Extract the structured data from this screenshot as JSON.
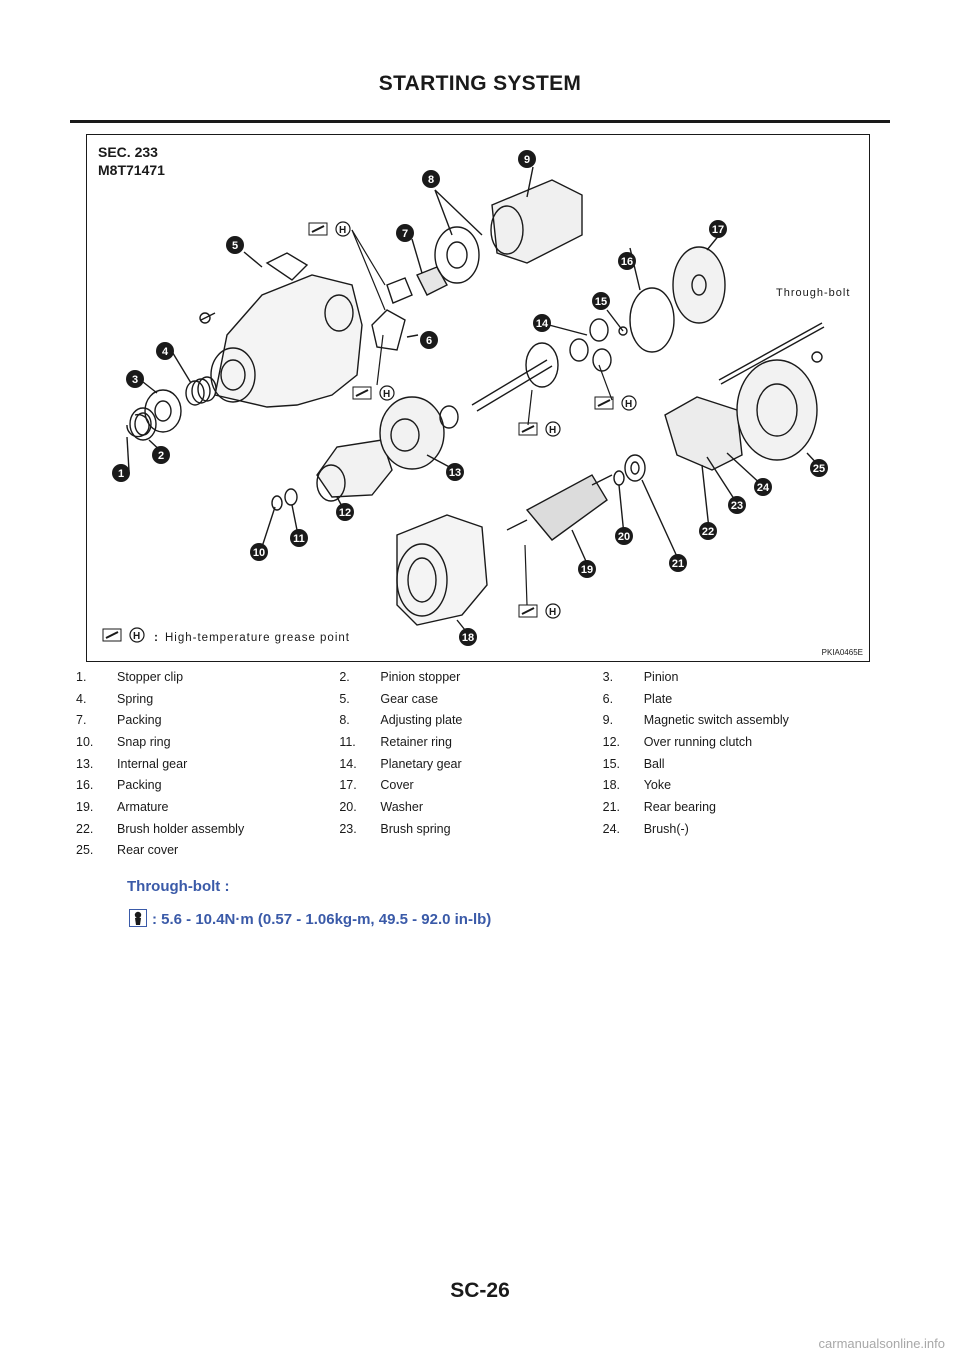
{
  "header": {
    "title": "STARTING SYSTEM"
  },
  "figure": {
    "section": "SEC. 233",
    "model": "M8T71471",
    "through_bolt_label": "Through-bolt",
    "legend_text": "High-temperature grease point",
    "legend_colon": ":",
    "grease_symbol_letter": "H",
    "figure_id": "PKIA0465E",
    "callouts": [
      "1",
      "2",
      "3",
      "4",
      "5",
      "6",
      "7",
      "8",
      "9",
      "10",
      "11",
      "12",
      "13",
      "14",
      "15",
      "16",
      "17",
      "18",
      "19",
      "20",
      "21",
      "22",
      "23",
      "24",
      "25"
    ]
  },
  "parts": [
    [
      {
        "num": "1.",
        "name": "Stopper clip"
      },
      {
        "num": "2.",
        "name": "Pinion stopper"
      },
      {
        "num": "3.",
        "name": "Pinion"
      }
    ],
    [
      {
        "num": "4.",
        "name": "Spring"
      },
      {
        "num": "5.",
        "name": "Gear case"
      },
      {
        "num": "6.",
        "name": "Plate"
      }
    ],
    [
      {
        "num": "7.",
        "name": "Packing"
      },
      {
        "num": "8.",
        "name": "Adjusting plate"
      },
      {
        "num": "9.",
        "name": "Magnetic switch assembly"
      }
    ],
    [
      {
        "num": "10.",
        "name": "Snap ring"
      },
      {
        "num": "11.",
        "name": "Retainer ring"
      },
      {
        "num": "12.",
        "name": "Over running clutch"
      }
    ],
    [
      {
        "num": "13.",
        "name": "Internal gear"
      },
      {
        "num": "14.",
        "name": "Planetary gear"
      },
      {
        "num": "15.",
        "name": "Ball"
      }
    ],
    [
      {
        "num": "16.",
        "name": "Packing"
      },
      {
        "num": "17.",
        "name": "Cover"
      },
      {
        "num": "18.",
        "name": "Yoke"
      }
    ],
    [
      {
        "num": "19.",
        "name": "Armature"
      },
      {
        "num": "20.",
        "name": "Washer"
      },
      {
        "num": "21.",
        "name": "Rear bearing"
      }
    ],
    [
      {
        "num": "22.",
        "name": "Brush holder assembly"
      },
      {
        "num": "23.",
        "name": "Brush spring"
      },
      {
        "num": "24.",
        "name": "Brush(-)"
      }
    ],
    [
      {
        "num": "25.",
        "name": "Rear cover"
      },
      {
        "num": "",
        "name": ""
      },
      {
        "num": "",
        "name": ""
      }
    ]
  ],
  "torque": {
    "title": "Through-bolt :",
    "value": ": 5.6 - 10.4N·m (0.57 - 1.06kg-m, 49.5 - 92.0 in-lb)",
    "icon": "torque-wrench-icon"
  },
  "footer": {
    "page_number": "SC-26"
  },
  "watermark": "carmanualsonline.info"
}
